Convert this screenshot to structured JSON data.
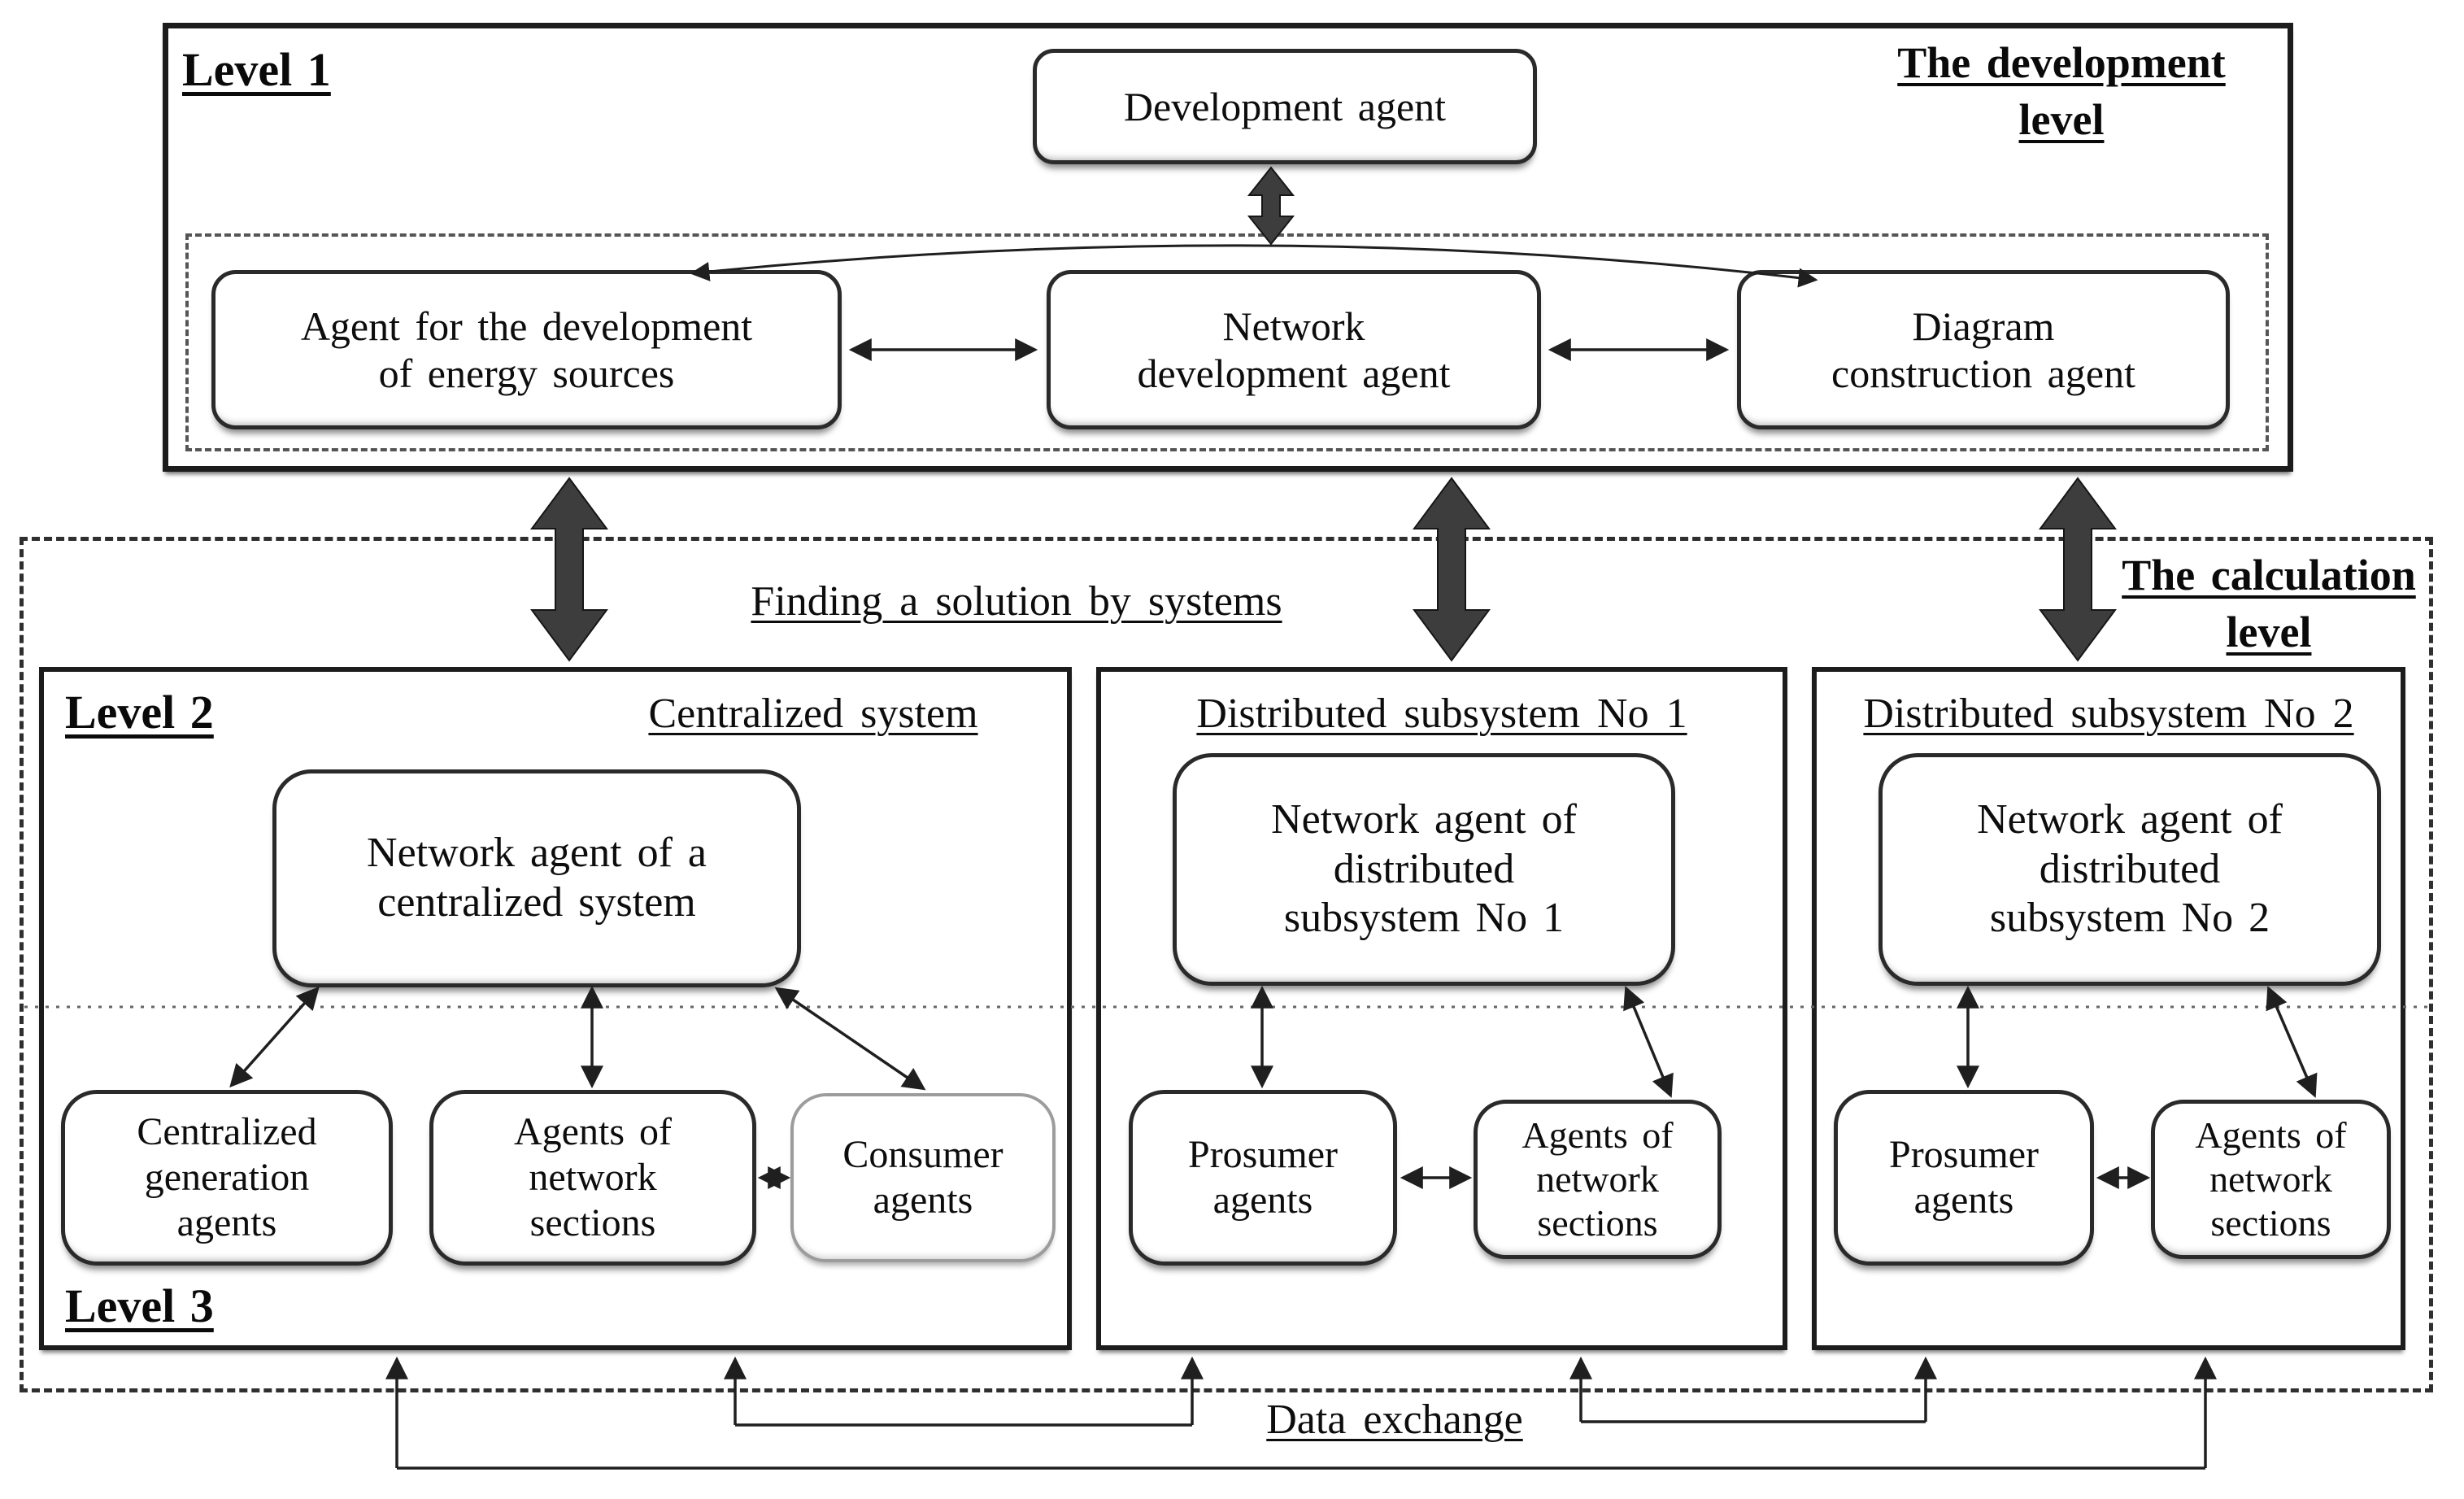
{
  "colors": {
    "ink": "#1a1a1a",
    "box_border": "#2a2a2a",
    "light_box_border": "#9c9c9c",
    "block_arrow": "#3d3d3d",
    "background": "#ffffff"
  },
  "development": {
    "level_label": "Level 1",
    "region_title": "The development level",
    "main_agent": "Development agent",
    "sub_agents": [
      "Agent for the development\nof energy sources",
      "Network\ndevelopment agent",
      "Diagram\nconstruction agent"
    ]
  },
  "calculation": {
    "region_title": "The calculation level",
    "finding_label": "Finding a solution by systems",
    "level2_label": "Level 2",
    "level3_label": "Level 3",
    "panels": [
      {
        "title": "Centralized system",
        "network_agent": "Network agent of a\ncentralized system",
        "children": [
          "Centralized\ngeneration\nagents",
          "Agents of\nnetwork\nsections",
          "Consumer\nagents"
        ]
      },
      {
        "title": "Distributed subsystem No 1",
        "network_agent": "Network agent of\ndistributed\nsubsystem No 1",
        "children": [
          "Prosumer\nagents",
          "Agents of\nnetwork\nsections"
        ]
      },
      {
        "title": "Distributed subsystem No 2",
        "network_agent": "Network agent of\ndistributed\nsubsystem No 2",
        "children": [
          "Prosumer\nagents",
          "Agents of\nnetwork\nsections"
        ]
      }
    ]
  },
  "footer": {
    "data_exchange_label": "Data exchange"
  }
}
